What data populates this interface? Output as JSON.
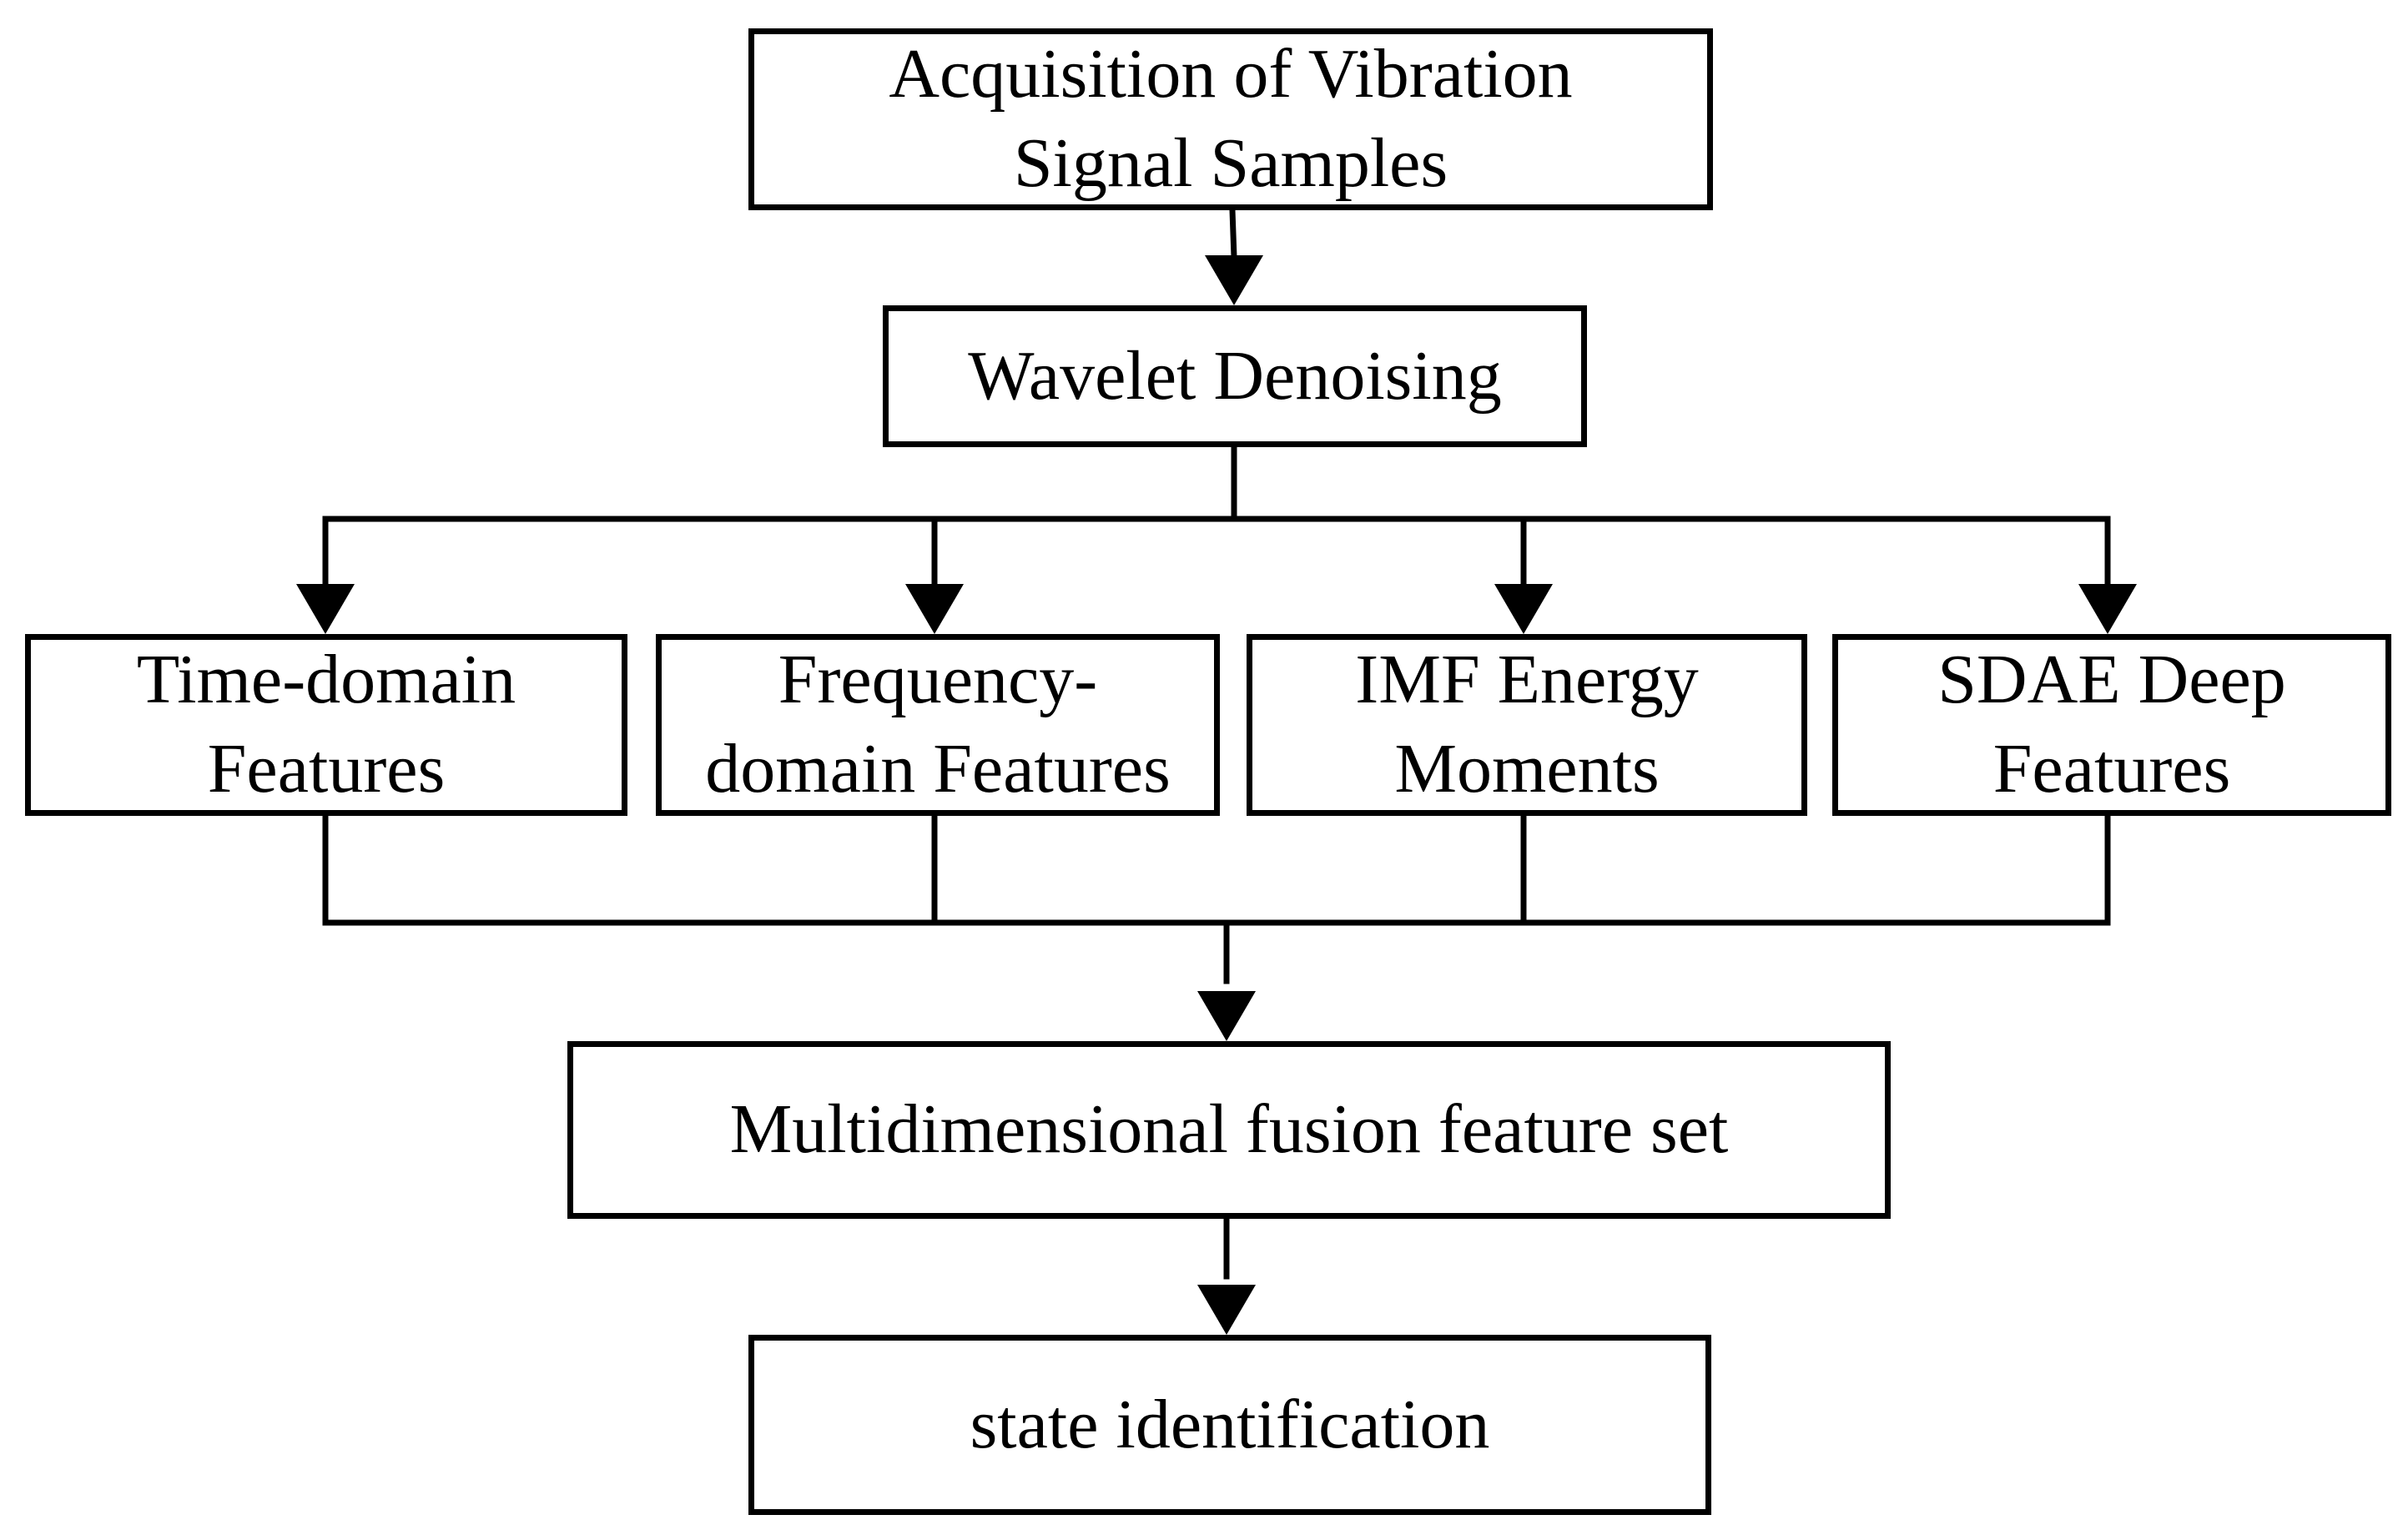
{
  "nodes": {
    "acquisition": {
      "lines": [
        "Acquisition of Vibration",
        "Signal Samples"
      ]
    },
    "denoising": {
      "lines": [
        "Wavelet Denoising"
      ]
    },
    "time_domain": {
      "lines": [
        "Time-domain",
        "Features"
      ]
    },
    "frequency_domain": {
      "lines": [
        "Frequency-",
        "domain Features"
      ]
    },
    "imf_energy": {
      "lines": [
        "IMF Energy",
        "Moments"
      ]
    },
    "sdae_deep": {
      "lines": [
        "SDAE Deep",
        "Features"
      ]
    },
    "fusion": {
      "lines": [
        "Multidimensional fusion feature set"
      ]
    },
    "state": {
      "lines": [
        "state identification"
      ]
    }
  },
  "edges": [
    {
      "from": "acquisition",
      "to": "denoising"
    },
    {
      "from": "denoising",
      "to": "time_domain"
    },
    {
      "from": "denoising",
      "to": "frequency_domain"
    },
    {
      "from": "denoising",
      "to": "imf_energy"
    },
    {
      "from": "denoising",
      "to": "sdae_deep"
    },
    {
      "from": "time_domain",
      "to": "fusion"
    },
    {
      "from": "frequency_domain",
      "to": "fusion"
    },
    {
      "from": "imf_energy",
      "to": "fusion"
    },
    {
      "from": "sdae_deep",
      "to": "fusion"
    },
    {
      "from": "fusion",
      "to": "state"
    }
  ]
}
